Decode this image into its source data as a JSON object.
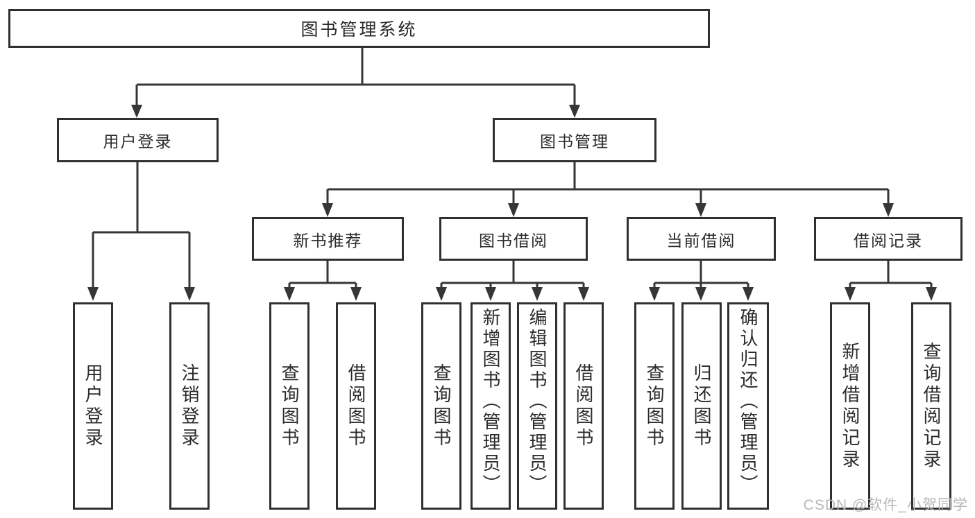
{
  "colors": {
    "line": "#363636",
    "border": "#303030",
    "text": "#2b2b2b",
    "watermark": "#b5b5b5",
    "bg": "#ffffff"
  },
  "watermark": {
    "text": "CSDN @软件_小贺同学"
  },
  "tree": {
    "root": {
      "label": "图书管理系统"
    },
    "branches": [
      {
        "label": "用户登录",
        "children": [
          {
            "label": "用户登录"
          },
          {
            "label": "注销登录"
          }
        ]
      },
      {
        "label": "图书管理",
        "groups": [
          {
            "label": "新书推荐",
            "children": [
              {
                "label": "查询图书"
              },
              {
                "label": "借阅图书"
              }
            ]
          },
          {
            "label": "图书借阅",
            "children": [
              {
                "label": "查询图书"
              },
              {
                "label": "新增图书（管理员）"
              },
              {
                "label": "编辑图书（管理员）"
              },
              {
                "label": "借阅图书"
              }
            ]
          },
          {
            "label": "当前借阅",
            "children": [
              {
                "label": "查询图书"
              },
              {
                "label": "归还图书"
              },
              {
                "label": "确认归还（管理员）"
              }
            ]
          },
          {
            "label": "借阅记录",
            "children": [
              {
                "label": "新增借阅记录"
              },
              {
                "label": "查询借阅记录"
              }
            ]
          }
        ]
      }
    ]
  }
}
